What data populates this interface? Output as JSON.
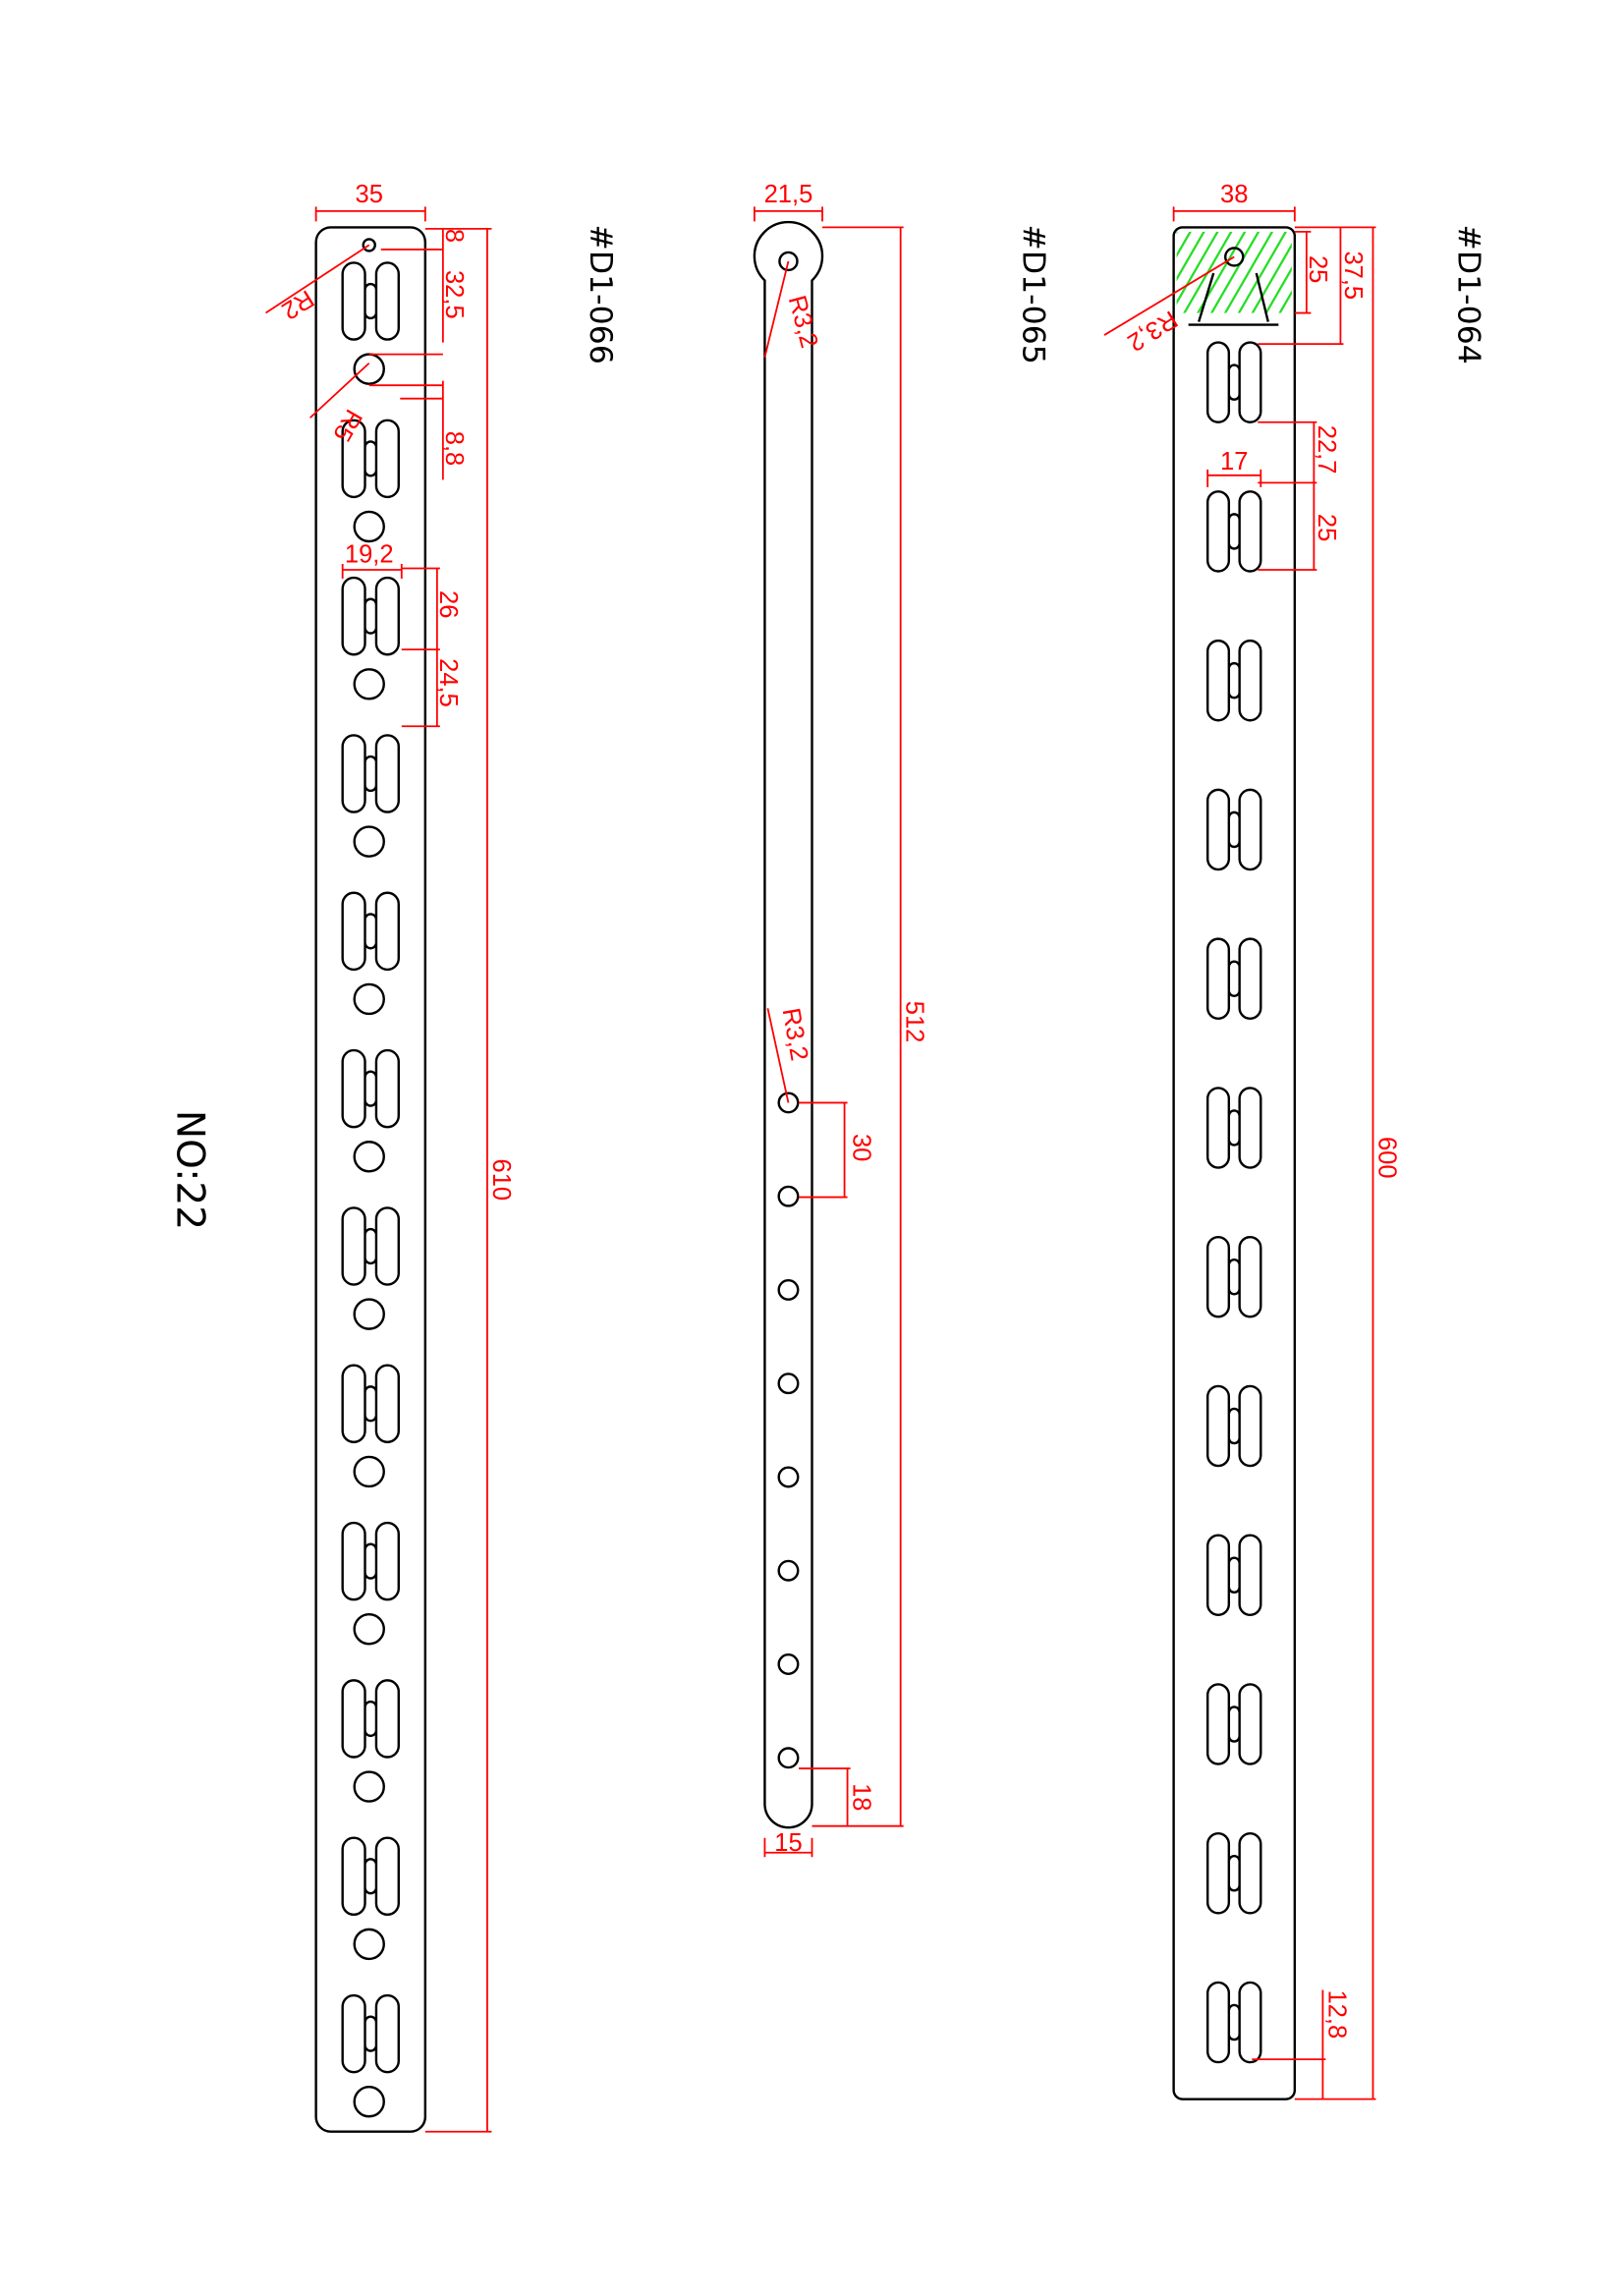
{
  "sheet": {
    "number": "NO:22"
  },
  "colors": {
    "dimension": "#ff0000",
    "part": "#000000",
    "hatch": "#22dd22"
  },
  "parts": [
    {
      "id": "#D1-066",
      "dims": {
        "width": "35",
        "top": "8",
        "pitch_a": "32,5",
        "hole_r_small": "R2",
        "hole_r": "R5",
        "gap": "8,8",
        "slot_w": "19,2",
        "slot_h": "26",
        "spacing": "24,5",
        "length": "610"
      }
    },
    {
      "id": "#D1-065",
      "dims": {
        "width": "21,5",
        "top_r": "R3,2",
        "hole_r": "R3,2",
        "pitch": "30",
        "length": "512",
        "end": "18",
        "bottom_w": "15"
      }
    },
    {
      "id": "#D1-064",
      "dims": {
        "width": "38",
        "r": "R3,2",
        "hatch_h": "25",
        "top": "37,5",
        "gap": "22,7",
        "slot_w": "17",
        "slot_h": "25",
        "length": "600",
        "end": "12,8"
      }
    }
  ]
}
